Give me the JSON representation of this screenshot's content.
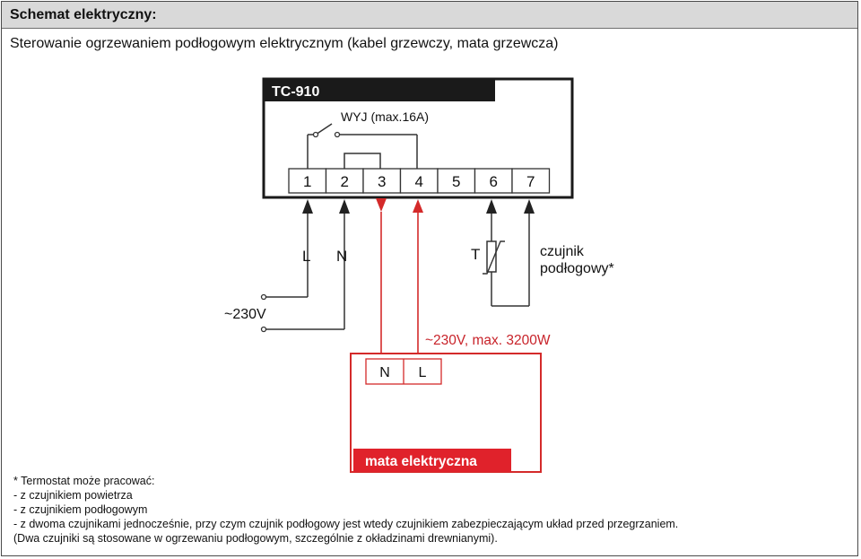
{
  "header": {
    "title": "Schemat elektryczny:"
  },
  "subtitle": "Sterowanie ogrzewaniem podłogowym elektrycznym (kabel grzewczy, mata grzewcza)",
  "controller": {
    "model": "TC-910",
    "relay_label": "WYJ (max.16A)",
    "terminals": [
      "1",
      "2",
      "3",
      "4",
      "5",
      "6",
      "7"
    ]
  },
  "supply": {
    "line_label": "L",
    "neutral_label": "N",
    "voltage_label": "~230V"
  },
  "sensor": {
    "symbol_label": "T",
    "label_line1": "czujnik",
    "label_line2": "podłogowy*"
  },
  "load": {
    "supply_label": "~230V, max. 3200W",
    "terminals": [
      "N",
      "L"
    ],
    "name": "mata elektryczna"
  },
  "notes": [
    "* Termostat może pracować:",
    "- z czujnikiem powietrza",
    "- z czujnikiem podłogowym",
    "- z dwoma czujnikami jednocześnie, przy czym czujnik podłogowy jest wtedy czujnikiem zabezpieczającym układ przed przegrzaniem.",
    "(Dwa czujniki są stosowane w ogrzewaniu podłogowym, szczególnie z okładzinami drewnianymi)."
  ],
  "colors": {
    "wire": "#333333",
    "power_wire": "#d42a2a",
    "accent": "#e0222b",
    "header_bg": "#d9d9d9",
    "controller_bar": "#1a1a1a"
  }
}
